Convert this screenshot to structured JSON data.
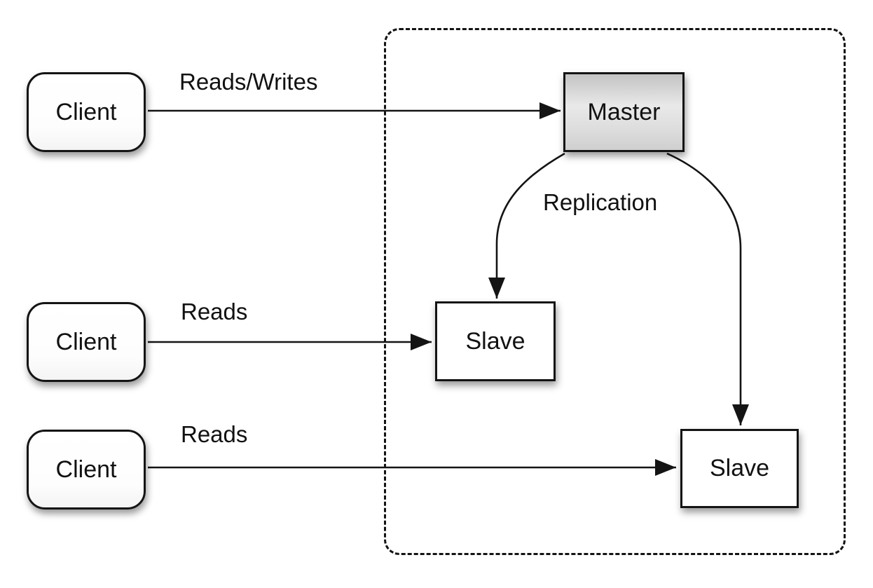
{
  "diagram": {
    "type": "architecture-diagram",
    "nodes": {
      "client1": {
        "label": "Client"
      },
      "client2": {
        "label": "Client"
      },
      "client3": {
        "label": "Client"
      },
      "master": {
        "label": "Master"
      },
      "slave1": {
        "label": "Slave"
      },
      "slave2": {
        "label": "Slave"
      }
    },
    "edges": {
      "client1_to_master": {
        "label": "Reads/Writes",
        "from": "client1",
        "to": "master"
      },
      "client2_to_slave1": {
        "label": "Reads",
        "from": "client2",
        "to": "slave1"
      },
      "client3_to_slave2": {
        "label": "Reads",
        "from": "client3",
        "to": "slave2"
      },
      "master_to_slaves": {
        "label": "Replication",
        "from": "master",
        "to": "slave1,slave2"
      }
    },
    "colors": {
      "background": "#ffffff",
      "stroke": "#141414",
      "master_gradient_top": "#c3c3c3",
      "master_gradient_mid": "#e9e9e9",
      "master_gradient_bottom": "#cfcfcf",
      "node_fill": "#ffffff"
    }
  }
}
